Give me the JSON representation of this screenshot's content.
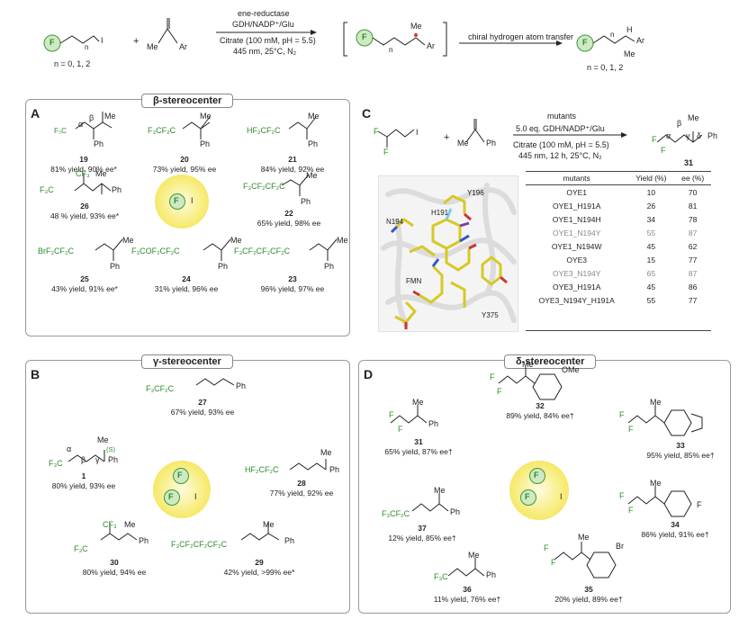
{
  "top": {
    "n_values": "n = 0, 1, 2",
    "n_values_product": "n = 0, 1, 2",
    "plus": "+",
    "reagent_top": "ene-reductase",
    "reagent_cofactor": "GDH/NADP⁺/Glu",
    "reagent_buffer": "Citrate (100 mM, pH = 5.5)",
    "reagent_cond": "445 nm, 25°C, N₂",
    "step2": "chiral hydrogen atom transfer",
    "atom_F": "F",
    "atom_I": "I",
    "me": "Me",
    "ar": "Ar",
    "n": "n",
    "h": "H"
  },
  "panelA": {
    "letter": "A",
    "title": "β-stereocenter",
    "compounds": [
      {
        "num": "19",
        "yield": "81% yield, 90% ee*"
      },
      {
        "num": "20",
        "yield": "73% yield, 95% ee"
      },
      {
        "num": "21",
        "yield": "84% yield, 92% ee"
      },
      {
        "num": "26",
        "yield": "48 % yield, 93% ee*"
      },
      {
        "num": "22",
        "yield": "65% yield, 98% ee"
      },
      {
        "num": "25",
        "yield": "43% yield, 91% ee*"
      },
      {
        "num": "24",
        "yield": "31% yield, 96% ee"
      },
      {
        "num": "23",
        "yield": "96% yield, 97% ee"
      }
    ],
    "frags": {
      "f19": "F₃C",
      "f20": "F₃CF₂C",
      "f21": "HF₂CF₂C",
      "f26a": "CF₃",
      "f26b": "F₃C",
      "f22": "F₃CF₂CF₂C",
      "f25": "BrF₂CF₂C",
      "f24": "F₃COF₂CF₂C",
      "f23": "F₃CF₂CF₂CF₂C"
    }
  },
  "panelB": {
    "letter": "B",
    "title": "γ-stereocenter",
    "compounds": [
      {
        "num": "27",
        "yield": "67% yield, 93% ee"
      },
      {
        "num": "1",
        "yield": "80% yield, 93% ee"
      },
      {
        "num": "28",
        "yield": "77% yield, 92% ee"
      },
      {
        "num": "30",
        "yield": "80% yield, 94% ee"
      },
      {
        "num": "29",
        "yield": "42% yield, >99% ee*"
      }
    ],
    "frags": {
      "f27": "F₃CF₂C",
      "f1": "F₃C",
      "f28": "HF₂CF₂C",
      "f30a": "CF₃",
      "f30b": "F₃C",
      "f29": "F₃CF₂CF₂CF₂C",
      "s": "(S)"
    }
  },
  "panelC": {
    "letter": "C",
    "reagent_top": "mutants",
    "reagent_cofactor": "5.0 eq. GDH/NADP⁺/Glu",
    "reagent_buffer": "Citrate (100 mM, pH = 5.5)",
    "reagent_cond": "445 nm, 12 h, 25°C, N₂",
    "product": "31",
    "residues": [
      "Y196",
      "H191",
      "N194",
      "FMN",
      "Y375"
    ],
    "table": {
      "headers": [
        "mutants",
        "Yield (%)",
        "ee (%)"
      ],
      "rows": [
        [
          "OYE1",
          "10",
          "70"
        ],
        [
          "OYE1_H191A",
          "26",
          "81"
        ],
        [
          "OYE1_N194H",
          "34",
          "78"
        ],
        [
          "OYE1_N194Y",
          "55",
          "87"
        ],
        [
          "OYE1_N194W",
          "45",
          "62"
        ],
        [
          "OYE3",
          "15",
          "77"
        ],
        [
          "OYE3_N194Y",
          "65",
          "87"
        ],
        [
          "OYE3_H191A",
          "45",
          "86"
        ],
        [
          "OYE3_N194Y_H191A",
          "55",
          "77"
        ]
      ],
      "highlight_rows": [
        3,
        6
      ]
    }
  },
  "panelD": {
    "letter": "D",
    "title": "δ-stereocenter",
    "compounds": [
      {
        "num": "31",
        "yield": "65% yield, 87% ee†"
      },
      {
        "num": "32",
        "yield": "89% yield, 84% ee†"
      },
      {
        "num": "33",
        "yield": "95% yield, 85% ee†"
      },
      {
        "num": "37",
        "yield": "12% yield, 85% ee†"
      },
      {
        "num": "34",
        "yield": "86% yield, 91% ee†"
      },
      {
        "num": "36",
        "yield": "11% yield, 76% ee†"
      },
      {
        "num": "35",
        "yield": "20% yield, 89% ee†"
      }
    ],
    "frags": {
      "f37": "F₃CF₂C",
      "f36": "F₃C",
      "ome": "OMe",
      "br": "Br"
    }
  },
  "greek": {
    "alpha": "α",
    "beta": "β",
    "gamma": "γ",
    "delta": "δ"
  },
  "colors": {
    "green_atom": "#2e8b2e",
    "yellow_glow": "#f5e64a",
    "sticks": "#d8cc2a"
  }
}
